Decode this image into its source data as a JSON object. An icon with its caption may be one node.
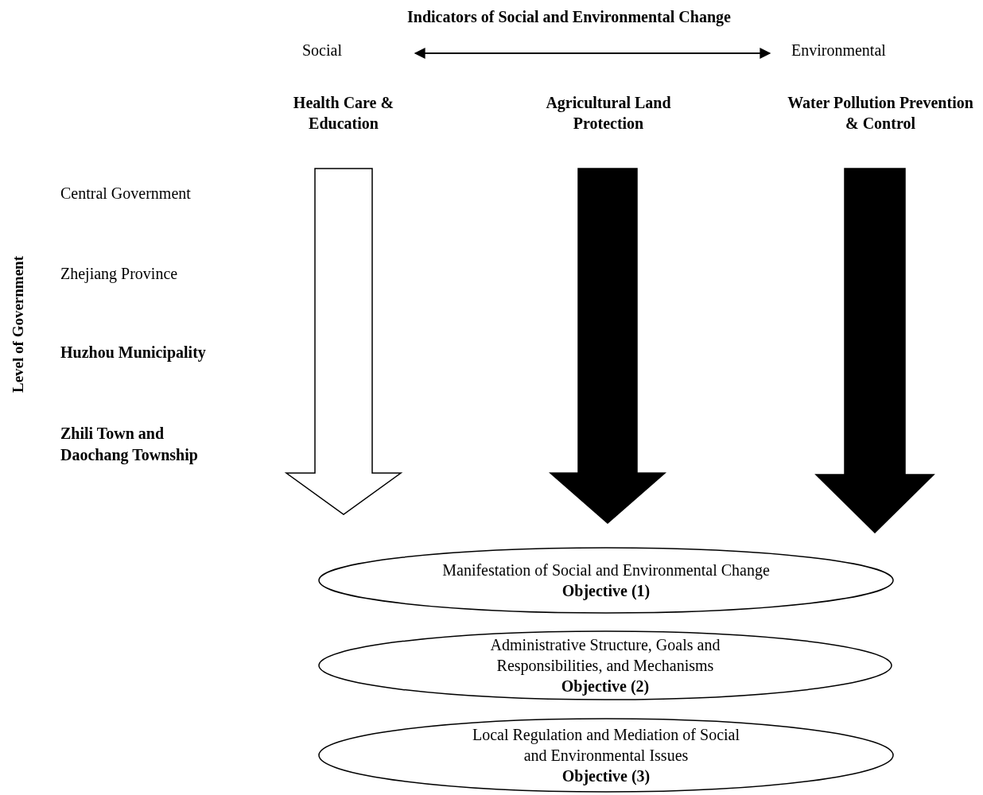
{
  "diagram": {
    "title": "Indicators of Social and Environmental Change",
    "nodes": [
      {
        "text": [
          "Manifestation of Social and Environmental Change",
          "Objective (1)"
        ]
      },
      {
        "text": [
          "Administrative Structure, Goals and Responsibilities, and Mechanisms",
          "Objective (2)"
        ]
      },
      {
        "text": [
          "Local Regulation and Mediation of Social and Environmental Issues",
          "Objective (3)"
        ]
      }
    ],
    "labels": [
      "Social",
      "Environmental",
      "Health Care & Education",
      "Agricultural Land Protection",
      "Water Pollution Prevention & Control",
      "Central Government",
      "Zhejiang Province",
      "Huzhou Municipality",
      "Zhili Town and Daochang Township",
      "Level of Government"
    ]
  }
}
